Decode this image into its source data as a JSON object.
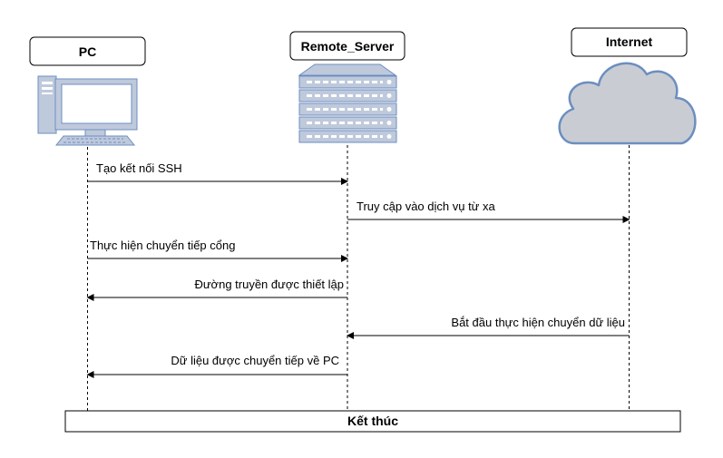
{
  "participants": {
    "pc": {
      "label": "PC",
      "icon": "desktop-computer-icon"
    },
    "server": {
      "label": "Remote_Server",
      "icon": "server-rack-icon"
    },
    "internet": {
      "label": "Internet",
      "icon": "cloud-icon"
    }
  },
  "messages": [
    {
      "from": "pc",
      "to": "server",
      "label": "Tạo kết nối SSH"
    },
    {
      "from": "server",
      "to": "internet",
      "label": "Truy cập vào dịch vụ từ xa"
    },
    {
      "from": "pc",
      "to": "server",
      "label": "Thực hiện chuyển tiếp cổng"
    },
    {
      "from": "server",
      "to": "pc",
      "label": "Đường truyền được thiết lập"
    },
    {
      "from": "internet",
      "to": "server",
      "label": "Bắt đầu thực hiện chuyển dữ liệu"
    },
    {
      "from": "server",
      "to": "pc",
      "label": "Dữ liệu được chuyển tiếp về PC"
    }
  ],
  "footer": {
    "label": "Kết thúc"
  },
  "colors": {
    "icon_fill": "#bfc9dc",
    "icon_stroke": "#6c8ebf",
    "cloud_fill": "#c9cdd3",
    "line": "#000000"
  }
}
